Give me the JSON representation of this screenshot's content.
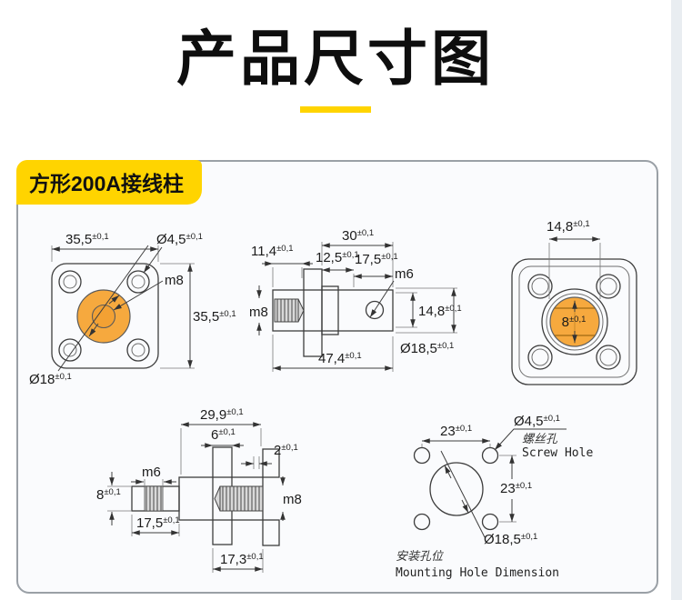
{
  "title": "产品尺寸图",
  "card": {
    "label": "方形200A接线柱"
  },
  "colors": {
    "accent": "#FFD400",
    "orange": "#F6A93E",
    "orange_dark": "#F3A133"
  },
  "front_view": {
    "width_top": {
      "v": "35,5",
      "t": "±0,1"
    },
    "screw_hole_dia": {
      "v": "Ø4,5",
      "t": "±0,1"
    },
    "center_thread": "m8",
    "height_right": {
      "v": "35,5",
      "t": "±0,1"
    },
    "post_dia": {
      "v": "Ø18",
      "t": "±0,1"
    }
  },
  "section_a": {
    "len_30": {
      "v": "30",
      "t": "±0,1"
    },
    "len_11_4": {
      "v": "11,4",
      "t": "±0,1"
    },
    "len_12_5": {
      "v": "12,5",
      "t": "±0,1"
    },
    "len_17_5": {
      "v": "17,5",
      "t": "±0,1"
    },
    "thread_small": "m6",
    "thread_big": "m8",
    "height_14_8": {
      "v": "14,8",
      "t": "±0,1"
    },
    "body_dia": {
      "v": "Ø18,5",
      "t": "±0,1"
    },
    "total_len": {
      "v": "47,4",
      "t": "±0,1"
    }
  },
  "rear_view": {
    "width_14_8": {
      "v": "14,8",
      "t": "±0,1"
    },
    "across_flats": {
      "v": "8",
      "t": "±0,1"
    }
  },
  "section_b": {
    "len_29_9": {
      "v": "29,9",
      "t": "±0,1"
    },
    "len_6": {
      "v": "6",
      "t": "±0,1"
    },
    "len_2": {
      "v": "2",
      "t": "±0,1"
    },
    "thread_small": "m6",
    "stud_dia_8": {
      "v": "8",
      "t": "±0,1"
    },
    "thread_big": "m8",
    "len_17_5": {
      "v": "17,5",
      "t": "±0,1"
    },
    "len_17_3": {
      "v": "17,3",
      "t": "±0,1"
    }
  },
  "mounting": {
    "pitch_h": {
      "v": "23",
      "t": "±0,1"
    },
    "pitch_v": {
      "v": "23",
      "t": "±0,1"
    },
    "screw_dia": {
      "v": "Ø4,5",
      "t": "±0,1"
    },
    "screw_label_cn": "螺丝孔",
    "screw_label_en": "Screw Hole",
    "center_dia": {
      "v": "Ø18,5",
      "t": "±0,1"
    },
    "caption_cn": "安装孔位",
    "caption_en": "Mounting Hole Dimension"
  }
}
